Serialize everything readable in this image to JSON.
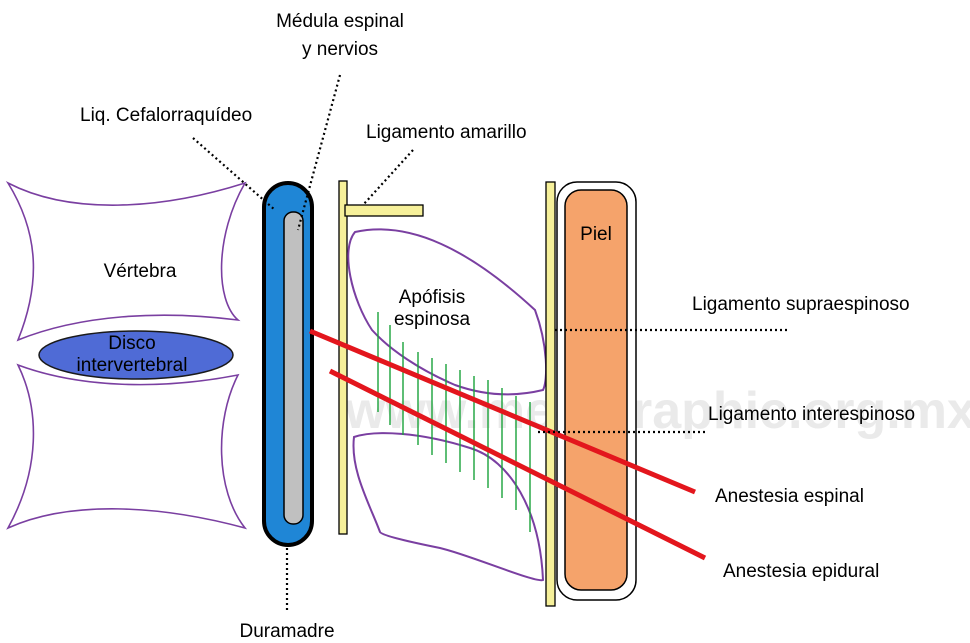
{
  "watermark": "www.medigraphic.org.mx",
  "labels": {
    "medula_1": "Médula espinal",
    "medula_2": "y nervios",
    "liq": "Liq. Cefalorraquídeo",
    "lig_amarillo": "Ligamento amarillo",
    "vertebra": "Vértebra",
    "disco_1": "Disco",
    "disco_2": "intervertebral",
    "apofisis_1": "Apófisis",
    "apofisis_2": "espinosa",
    "piel": "Piel",
    "lig_supra": "Ligamento supraespinoso",
    "lig_inter": "Ligamento interespinoso",
    "anest_espinal": "Anestesia espinal",
    "anest_epidural": "Anestesia epidural",
    "duramadre": "Duramadre"
  },
  "colors": {
    "dura": "#1f86d6",
    "medula": "#c0c0c0",
    "disco": "#4f6bd6",
    "ligamento_amarillo": "#f6f09a",
    "piel": "#f5a36b",
    "needle": "#e3161d",
    "outline": "#7a3fa1",
    "interespinoso": "#1aa33a"
  }
}
